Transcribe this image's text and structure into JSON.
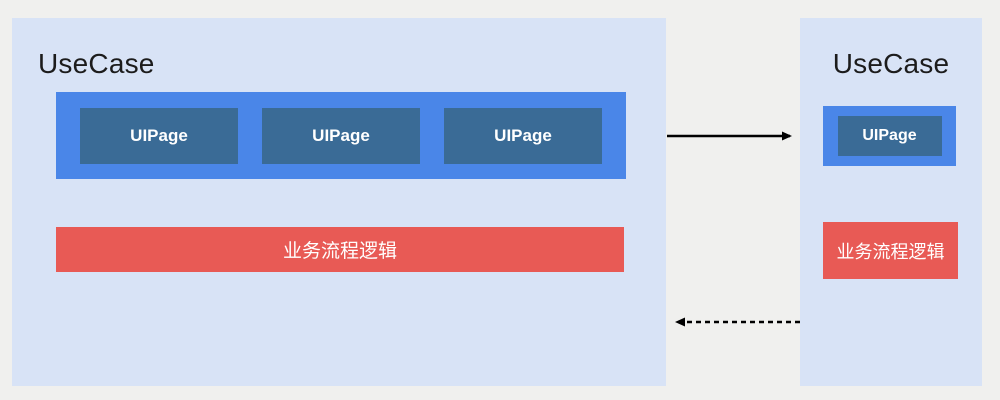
{
  "diagram": {
    "left_usecase": {
      "title": "UseCase",
      "uipages": [
        {
          "label": "UIPage"
        },
        {
          "label": "UIPage"
        },
        {
          "label": "UIPage"
        }
      ],
      "logic_label": "业务流程逻辑"
    },
    "right_usecase": {
      "title": "UseCase",
      "uipages": [
        {
          "label": "UIPage"
        }
      ],
      "logic_label": "业务流程逻辑"
    },
    "arrows": [
      {
        "name": "forward-arrow",
        "style": "solid",
        "direction": "right"
      },
      {
        "name": "return-arrow",
        "style": "dashed",
        "direction": "left"
      }
    ],
    "colors": {
      "background": "#f0f0ee",
      "usecase_fill": "#d8e3f6",
      "page_group_fill": "#4a86e8",
      "uipage_fill": "#3a6b96",
      "logic_fill": "#e85a55",
      "title_text": "#1c1c1c",
      "box_text": "#ffffff",
      "arrow": "#000000"
    }
  }
}
